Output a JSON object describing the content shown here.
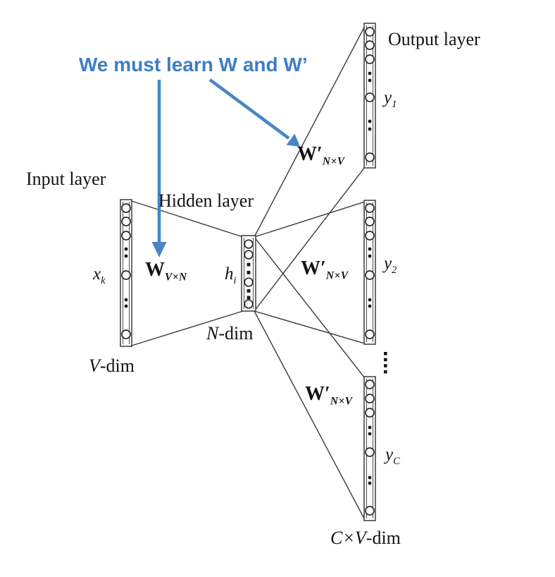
{
  "annotation": {
    "text": "We must learn W and W’",
    "color": "#3E7EC4"
  },
  "layers": {
    "input": {
      "title": "Input layer",
      "vector_base": "x",
      "vector_sub": "k",
      "dim_var": "V",
      "dim_suffix": "-dim"
    },
    "hidden": {
      "title": "Hidden layer",
      "vector_base": "h",
      "vector_sub": "i",
      "dim_var": "N",
      "dim_suffix": "-dim"
    },
    "output": {
      "title": "Output layer",
      "dim_var": "C×V",
      "dim_suffix": "-dim",
      "panels": [
        {
          "vector_base": "y",
          "vector_sub": "1"
        },
        {
          "vector_base": "y",
          "vector_sub": "2"
        },
        {
          "vector_base": "y",
          "vector_sub": "C"
        }
      ]
    }
  },
  "weights": {
    "input_hidden": {
      "base": "W",
      "sub": "V×N"
    },
    "hidden_output": {
      "base": "W′",
      "sub": "N×V"
    }
  },
  "colors": {
    "line": "#3a3a3a",
    "arrow_blue": "#4A86C6"
  }
}
